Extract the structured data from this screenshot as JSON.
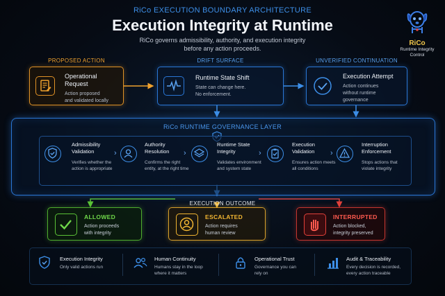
{
  "header": {
    "kicker": "RiCo EXECUTION BOUNDARY ARCHITECTURE",
    "title": "Execution Integrity at Runtime",
    "subtitle_line1": "RiCo governs admissibility, authority, and execution integrity",
    "subtitle_line2": "before any action proceeds."
  },
  "logo": {
    "name": "RiCo",
    "tagline_line1": "Runtime Integrity",
    "tagline_line2": "Control",
    "icon": "dog-mascot-icon"
  },
  "colors": {
    "blue": "#2a77d6",
    "orange": "#f0a22e",
    "green": "#5bc236",
    "yellow": "#f2b632",
    "red": "#e2413a"
  },
  "top_row": {
    "proposed": {
      "label": "PROPOSED ACTION",
      "title_line1": "Operational",
      "title_line2": "Request",
      "desc_line1": "Action proposed",
      "desc_line2": "and validated locally",
      "icon": "document-edit-icon"
    },
    "drift": {
      "label": "DRIFT SURFACE",
      "title": "Runtime State Shift",
      "desc_line1": "State can change here.",
      "desc_line2": "No enforcement.",
      "icon": "heartbeat-icon"
    },
    "unverified": {
      "label": "UNVERIFIED CONTINUATION",
      "title": "Execution Attempt",
      "desc_line1": "Action continues",
      "desc_line2": "without runtime",
      "desc_line3": "governance",
      "icon": "check-circle-icon"
    }
  },
  "governance": {
    "title": "RiCo RUNTIME GOVERNANCE LAYER",
    "steps": [
      {
        "title_line1": "Admissibility",
        "title_line2": "Validation",
        "desc_line1": "Verifies whether the",
        "desc_line2": "action is appropriate",
        "icon": "shield-check-icon"
      },
      {
        "title_line1": "Authority",
        "title_line2": "Resolution",
        "desc_line1": "Confirms the right",
        "desc_line2": "entity, at the right time",
        "icon": "user-icon"
      },
      {
        "title_line1": "Runtime State",
        "title_line2": "Integrity",
        "desc_line1": "Validates environment",
        "desc_line2": "and system state",
        "icon": "layers-icon"
      },
      {
        "title_line1": "Execution",
        "title_line2": "Validation",
        "desc_line1": "Ensures action meets",
        "desc_line2": "all conditions",
        "icon": "clipboard-check-icon"
      },
      {
        "title_line1": "Interruption",
        "title_line2": "Enforcement",
        "desc_line1": "Stops actions that",
        "desc_line2": "violate integrity",
        "icon": "warning-icon"
      }
    ]
  },
  "outcome": {
    "label": "EXECUTION OUTCOME",
    "items": [
      {
        "title": "ALLOWED",
        "desc_line1": "Action proceeds",
        "desc_line2": "with integrity",
        "icon": "check-icon"
      },
      {
        "title": "ESCALATED",
        "desc_line1": "Action requires",
        "desc_line2": "human review",
        "icon": "person-icon"
      },
      {
        "title": "INTERRUPTED",
        "desc_line1": "Action blocked,",
        "desc_line2": "integrity preserved",
        "icon": "stop-hand-icon"
      }
    ]
  },
  "footer": {
    "items": [
      {
        "title": "Execution Integrity",
        "desc_line1": "Only valid actions run",
        "desc_line2": "",
        "icon": "shield-check-icon"
      },
      {
        "title": "Human Continuity",
        "desc_line1": "Humans stay in the loop",
        "desc_line2": "where it matters",
        "icon": "people-icon"
      },
      {
        "title": "Operational Trust",
        "desc_line1": "Governance you can",
        "desc_line2": "rely on",
        "icon": "lock-icon"
      },
      {
        "title": "Audit & Traceability",
        "desc_line1": "Every decision is recorded,",
        "desc_line2": "every action traceable",
        "icon": "bar-chart-icon"
      }
    ]
  }
}
